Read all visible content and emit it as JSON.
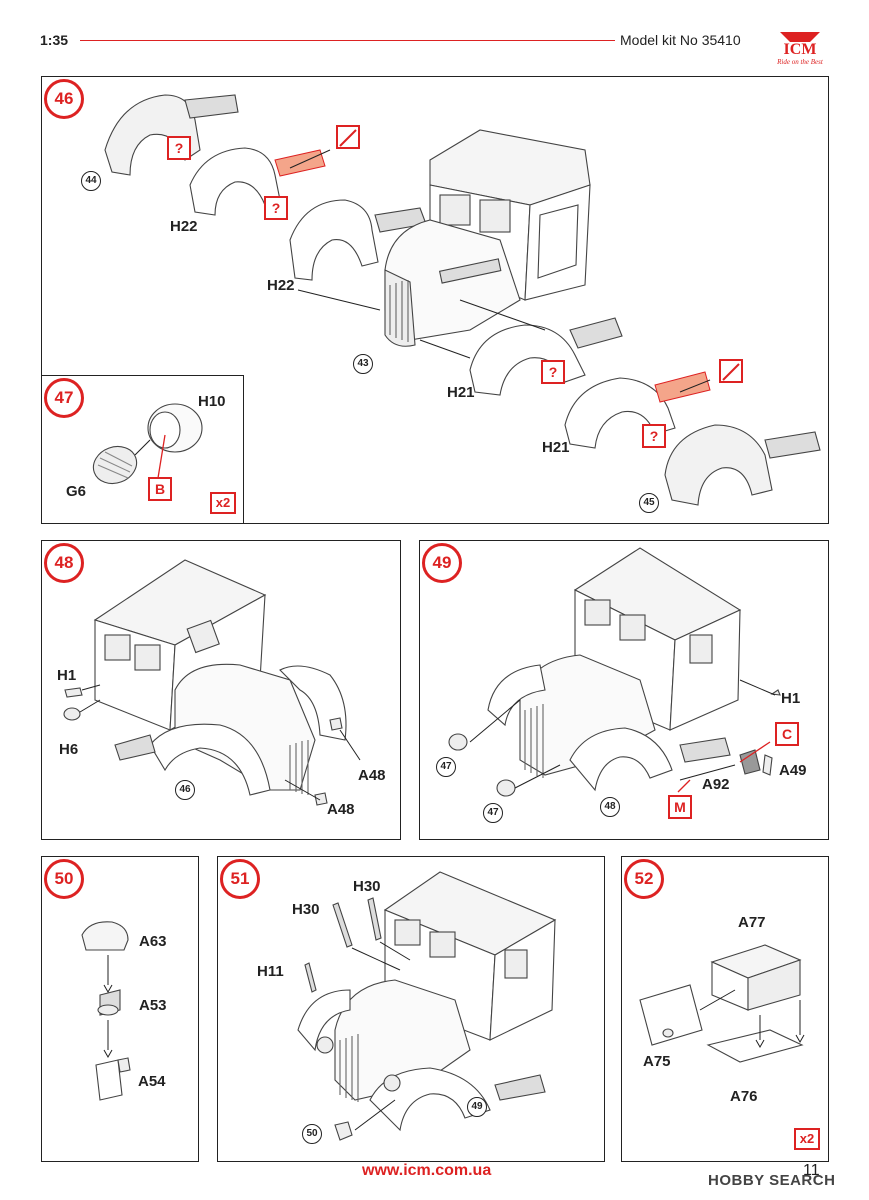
{
  "header": {
    "scale": "1:35",
    "kit": "Model kit No 35410",
    "brand": "ICM",
    "brand_tagline": "Ride on the Best"
  },
  "steps": {
    "s46": {
      "num": "46",
      "labels": [
        "H22",
        "H22",
        "H21",
        "H21"
      ],
      "refs": [
        "44",
        "43",
        "45"
      ],
      "marks": [
        "?",
        "?",
        "?",
        "?"
      ]
    },
    "s47": {
      "num": "47",
      "labels": [
        "H10",
        "G6"
      ],
      "marks": [
        "B"
      ],
      "qty": "x2"
    },
    "s48": {
      "num": "48",
      "labels": [
        "H1",
        "H6",
        "A48",
        "A48"
      ],
      "refs": [
        "46"
      ]
    },
    "s49": {
      "num": "49",
      "labels": [
        "H1",
        "A92",
        "A49"
      ],
      "refs": [
        "47",
        "47",
        "48"
      ],
      "marks": [
        "C",
        "M"
      ]
    },
    "s50": {
      "num": "50",
      "labels": [
        "A63",
        "A53",
        "A54"
      ]
    },
    "s51": {
      "num": "51",
      "labels": [
        "H30",
        "H30",
        "H11"
      ],
      "refs": [
        "50",
        "49"
      ]
    },
    "s52": {
      "num": "52",
      "labels": [
        "A77",
        "A75",
        "A76"
      ],
      "qty": "x2"
    }
  },
  "footer": {
    "url": "www.icm.com.ua",
    "page": "11",
    "watermark": "HOBBY SEARCH"
  },
  "colors": {
    "accent": "#dd2222",
    "paint": "#f4a58a"
  }
}
